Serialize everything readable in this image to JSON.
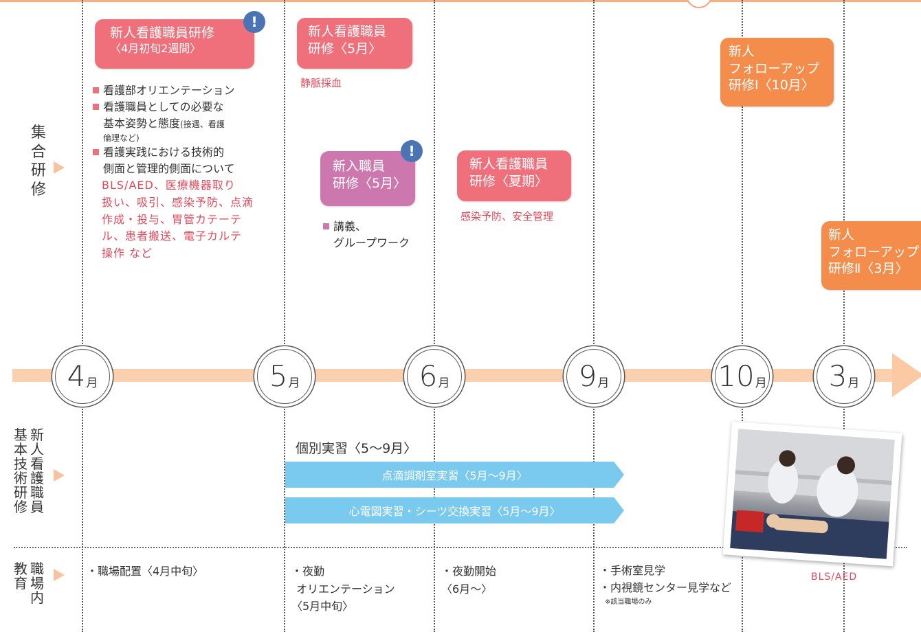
{
  "months": [
    {
      "num": "4",
      "unit": "月"
    },
    {
      "num": "5",
      "unit": "月"
    },
    {
      "num": "6",
      "unit": "月"
    },
    {
      "num": "9",
      "unit": "月"
    },
    {
      "num": "10",
      "unit": "月"
    },
    {
      "num": "3",
      "unit": "月"
    }
  ],
  "sections": {
    "group": [
      "集",
      "合",
      "研",
      "修"
    ],
    "basic_col1": [
      "新",
      "人",
      "看",
      "護",
      "職",
      "員"
    ],
    "basic_col2": [
      "基",
      "本",
      "技",
      "術",
      "研",
      "修"
    ],
    "workplace_col1": [
      "職",
      "場",
      "内"
    ],
    "workplace_col2": [
      "教",
      "育"
    ]
  },
  "boxes": {
    "april": {
      "title": "新人看護職員研修",
      "sub": "〈4月初旬2週間〉"
    },
    "may": {
      "line1": "新人看護職員",
      "line2": "研修〈5月〉"
    },
    "newstaff": {
      "line1": "新入職員",
      "line2": "研修〈5月〉"
    },
    "summer": {
      "line1": "新人看護職員",
      "line2": "研修〈夏期〉"
    },
    "oct": {
      "line1": "新人",
      "line2": "フォローアップ",
      "line3": "研修Ⅰ〈10月〉"
    },
    "mar": {
      "line1": "新人",
      "line2": "フォローアップ",
      "line3": "研修Ⅱ〈3月〉"
    },
    "alert_mark": "!"
  },
  "april_details": {
    "b1": "看護部オリエンテーション",
    "b2a": "看護職員としての必要な",
    "b2b": "基本姿勢と態度",
    "b2c": "(接遇、看護",
    "b2d": "倫理など)",
    "b3a": "看護実践における技術的",
    "b3b": "側面と管理的側面について",
    "r1": "BLS/AED、医療機器取り",
    "r2": "扱い、吸引、感染予防、点滴",
    "r3": "作成・投与、胃管カテーテ",
    "r4": "ル、患者搬送、電子カルテ",
    "r5": "操作 など"
  },
  "may_note": "静脈採血",
  "newstaff_details": {
    "l1": "講義、",
    "l2": "グループワーク"
  },
  "summer_note": "感染予防、安全管理",
  "practice": {
    "title": "個別実習〈5〜9月〉",
    "bar1": "点滴調剤室実習〈5月〜9月〉",
    "bar2": "心電図実習・シーツ交換実習〈5月〜9月〉"
  },
  "workplace": {
    "apr": "・職場配置〈4月中旬〉",
    "may1": "・夜勤",
    "may2": "オリエンテーション",
    "may3": "〈5月中旬〉",
    "jun1": "・夜勤開始",
    "jun2": "〈6月〜〉",
    "sep1": "・手術室見学",
    "sep2": "・内視鏡センター見学など",
    "sep3": "※該当職場のみ"
  },
  "photo_caption": "BLS/AED",
  "colors": {
    "pink": "#ef6f7a",
    "purple": "#cc78ae",
    "orange": "#f48d4c",
    "blue": "#7ac9ee",
    "timeline": "#fbd0ae",
    "alert": "#4a74b4"
  }
}
